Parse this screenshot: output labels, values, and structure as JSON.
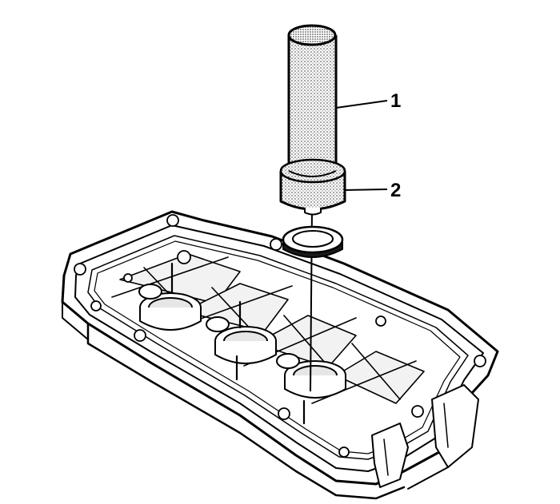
{
  "figure": {
    "callouts": [
      {
        "number": "1",
        "refers_to": "installer-tool"
      },
      {
        "number": "2",
        "refers_to": "seal-driver-head"
      }
    ]
  },
  "colors": {
    "line": "#000000",
    "background": "#ffffff",
    "tool_fill": "#bdbdbd",
    "cover_shade": "#d6d6d6"
  }
}
